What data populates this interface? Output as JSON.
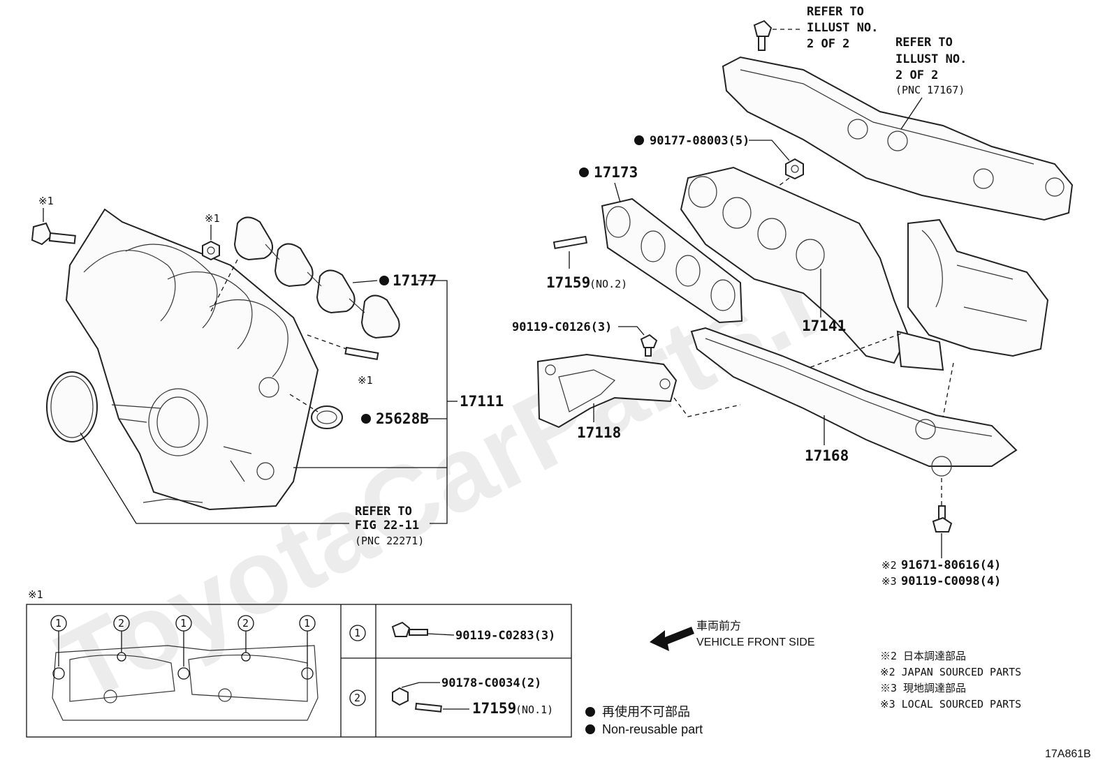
{
  "watermark": "ToyotaCarParts.ru",
  "callouts": {
    "intake_manifold": "17111",
    "intake_gasket": "17177",
    "pcv_gasket": "25628B",
    "ref_fig_line1": "REFER TO",
    "ref_fig_line2": "FIG 22-11",
    "ref_fig_line3": "(PNC 22271)",
    "mark_x1": "※1",
    "exhaust_gasket": "17173",
    "stud_exhaust": "17159",
    "stud_exhaust_suffix": "(NO.2)",
    "nut_exhaust": "90177-08003(5)",
    "bolt_bracket": "90119-C0126(3)",
    "bracket": "17118",
    "exhaust_manifold": "17141",
    "lower_heat_insulator": "17168",
    "bolt_jp": "91671-80616(4)",
    "bolt_jp_mark": "※2",
    "bolt_local": "90119-C0098(4)",
    "bolt_local_mark": "※3",
    "ref_illust_line1": "REFER TO",
    "ref_illust_line2": "ILLUST NO.",
    "ref_illust_line3": "2 OF 2",
    "ref_illust2_line1": "REFER TO",
    "ref_illust2_line2": "ILLUST NO.",
    "ref_illust2_line3": "2 OF 2",
    "ref_illust2_line4": "(PNC 17167)"
  },
  "inset_table": {
    "mark": "※1",
    "row1_circle": "1",
    "row1_part": "90119-C0283(3)",
    "row2_circle": "2",
    "row2_part_nut": "90178-C0034(2)",
    "row2_part_stud": "17159",
    "row2_part_stud_suffix": "(NO.1)",
    "pos_labels": [
      "1",
      "2",
      "1",
      "2",
      "1"
    ]
  },
  "direction": {
    "jp": "車両前方",
    "en": "VEHICLE FRONT SIDE"
  },
  "legend": {
    "nonreusable_jp": "再使用不可部品",
    "nonreusable_en": "Non-reusable part",
    "jp_sourced_jp": "※2 日本調達部品",
    "jp_sourced_en": "※2 JAPAN SOURCED PARTS",
    "local_sourced_jp": "※3 現地調達部品",
    "local_sourced_en": "※3 LOCAL SOURCED PARTS"
  },
  "figure_code": "17A861B"
}
